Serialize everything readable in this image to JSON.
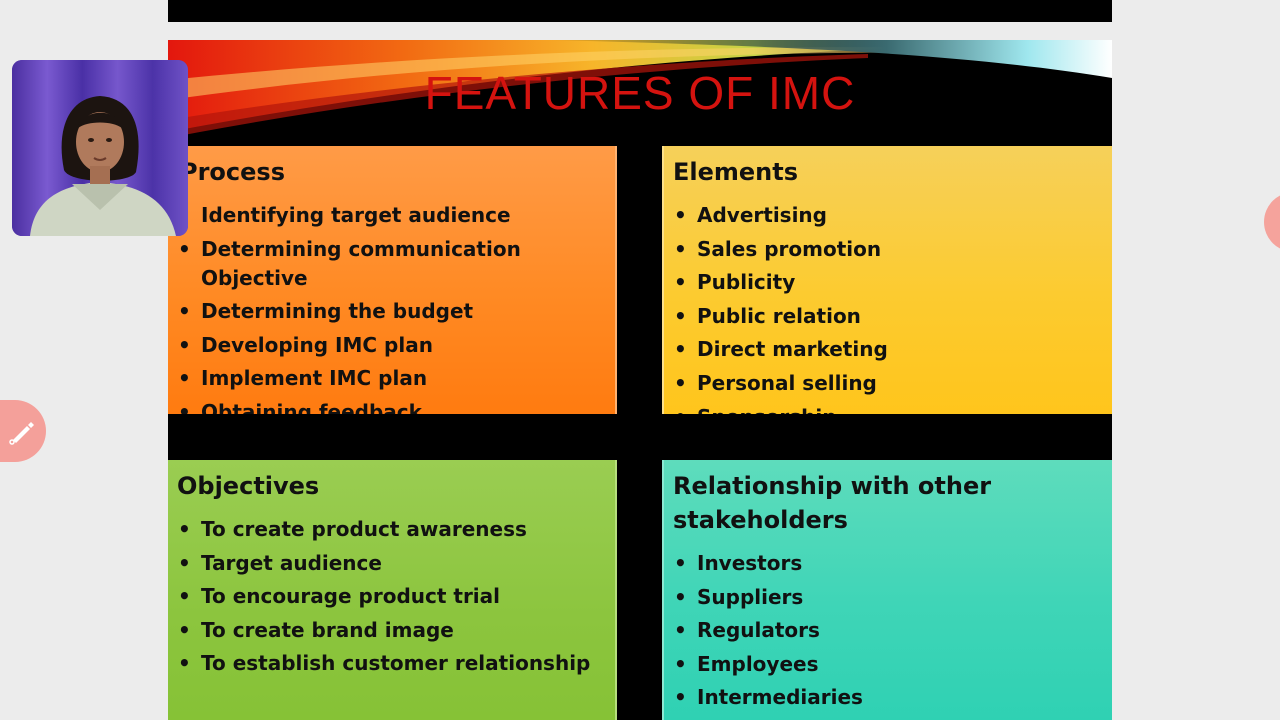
{
  "slide": {
    "title": "FEATURES OF IMC",
    "process": {
      "heading": "Process",
      "items": [
        "Identifying target audience",
        "Determining communication Objective",
        "Determining the budget",
        "Developing IMC plan",
        "Implement IMC plan",
        "Obtaining feedback"
      ]
    },
    "elements": {
      "heading": "Elements",
      "items": [
        "Advertising",
        "Sales promotion",
        "Publicity",
        "Public relation",
        "Direct marketing",
        "Personal selling",
        "Sponsorship"
      ]
    },
    "objectives": {
      "heading": "Objectives",
      "items": [
        "To create product awareness",
        "Target audience",
        "To encourage product trial",
        "To create brand image",
        "To establish customer relationship"
      ]
    },
    "relationship": {
      "heading": "Relationship with other stakeholders",
      "items": [
        "Investors",
        "Suppliers",
        "Regulators",
        "Employees",
        "Intermediaries"
      ]
    }
  },
  "overlay": {
    "webcam_icon": "presenter-webcam",
    "pen_icon": "pen-icon"
  },
  "colors": {
    "title_red": "#d4130f",
    "process_orange": "#ff8a24",
    "elements_yellow": "#fccb30",
    "objectives_green": "#8cc53e",
    "relationship_teal": "#3fd5b7",
    "floating_button": "#f4a09a"
  }
}
